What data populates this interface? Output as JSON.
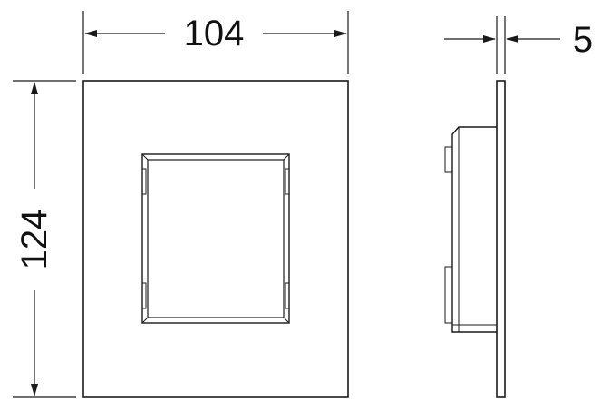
{
  "dimensions": {
    "width": "104",
    "height": "124",
    "depth": "5"
  },
  "colors": {
    "line": "#1a1a1a",
    "background": "#ffffff"
  }
}
